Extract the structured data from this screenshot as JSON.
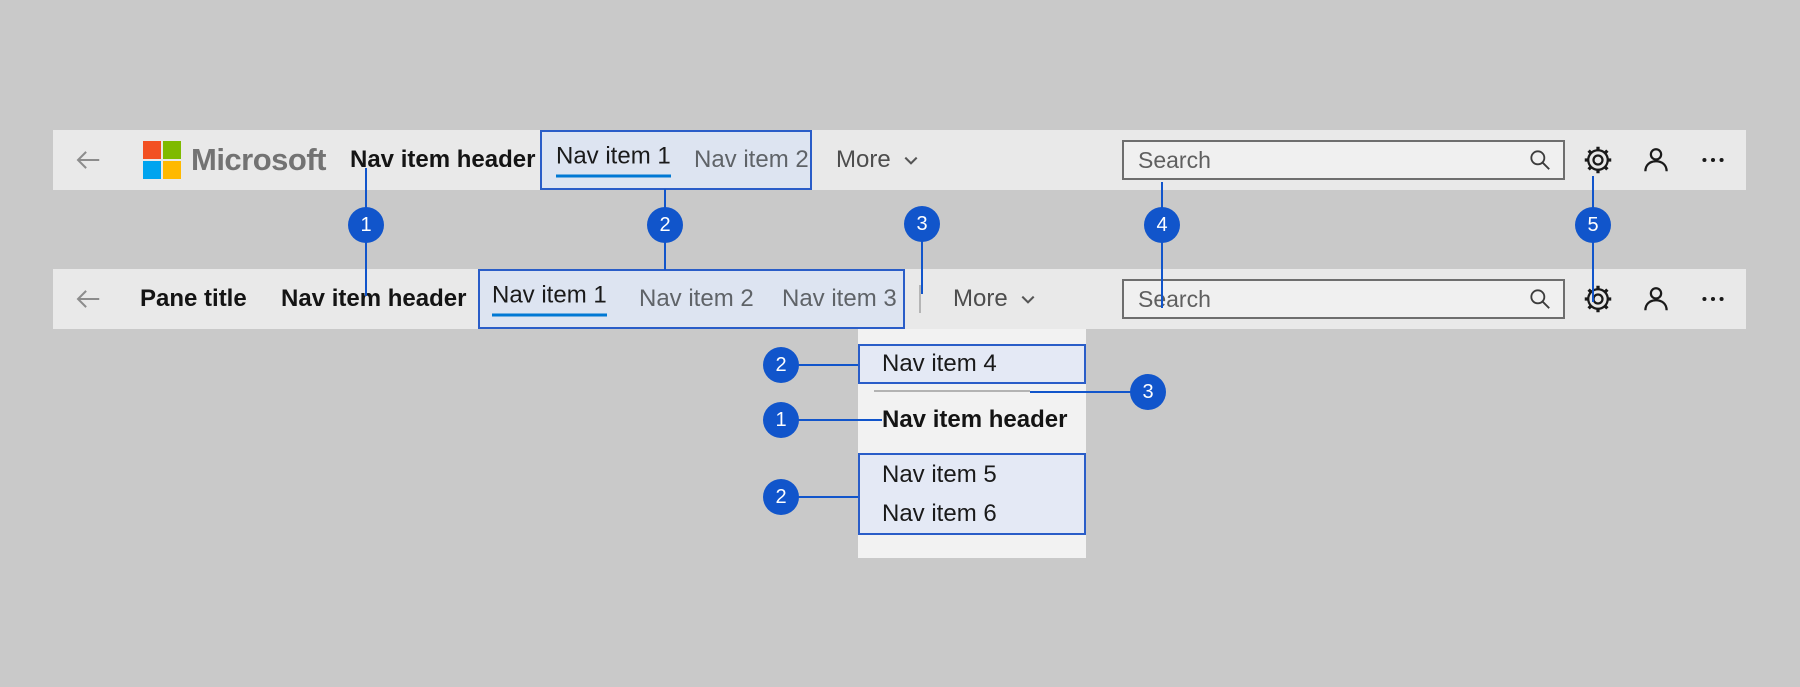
{
  "colors": {
    "page_background": "#c9c9c9",
    "bar_background": "#e9e9e9",
    "annotation_blue": "#1155cb",
    "selected_underline_blue": "#0078d4",
    "highlight_box_border": "#2a5dc8",
    "highlight_box_fill": "#dde4f1",
    "dropdown_box_fill": "#e4e9f5",
    "ms_logo_red": "#f25022",
    "ms_logo_green": "#7fba00",
    "ms_logo_blue": "#00a4ef",
    "ms_logo_yellow": "#ffb900",
    "ms_wordmark_gray": "#737373"
  },
  "icons": {
    "back": "left-arrow",
    "more_dropdown": "chevron-down",
    "search": "magnifier",
    "settings": "gear",
    "account": "person",
    "more_options": "ellipsis"
  },
  "top_bar": {
    "logo_text": "Microsoft",
    "nav_header": "Nav item header",
    "nav_items": [
      "Nav item 1",
      "Nav item 2"
    ],
    "selected_item": "Nav item 1",
    "more_label": "More",
    "search_placeholder": "Search"
  },
  "pane_bar": {
    "pane_title": "Pane title",
    "nav_header": "Nav item header",
    "nav_items": [
      "Nav item 1",
      "Nav item 2",
      "Nav item 3"
    ],
    "selected_item": "Nav item 1",
    "more_label": "More",
    "search_placeholder": "Search"
  },
  "dropdown": {
    "items_top": [
      "Nav item 4"
    ],
    "header": "Nav item header",
    "items_bottom": [
      "Nav item 5",
      "Nav item 6"
    ]
  },
  "callouts": {
    "row": [
      "1",
      "2",
      "3",
      "4",
      "5"
    ],
    "dropdown_left": [
      "2",
      "1",
      "2"
    ],
    "dropdown_right": [
      "3"
    ]
  }
}
